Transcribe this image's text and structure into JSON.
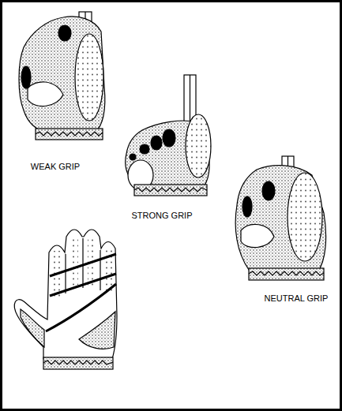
{
  "diagram": {
    "labels": [
      "WEAK GRIP",
      "STRONG GRIP",
      "NEUTRAL GRIP"
    ]
  }
}
